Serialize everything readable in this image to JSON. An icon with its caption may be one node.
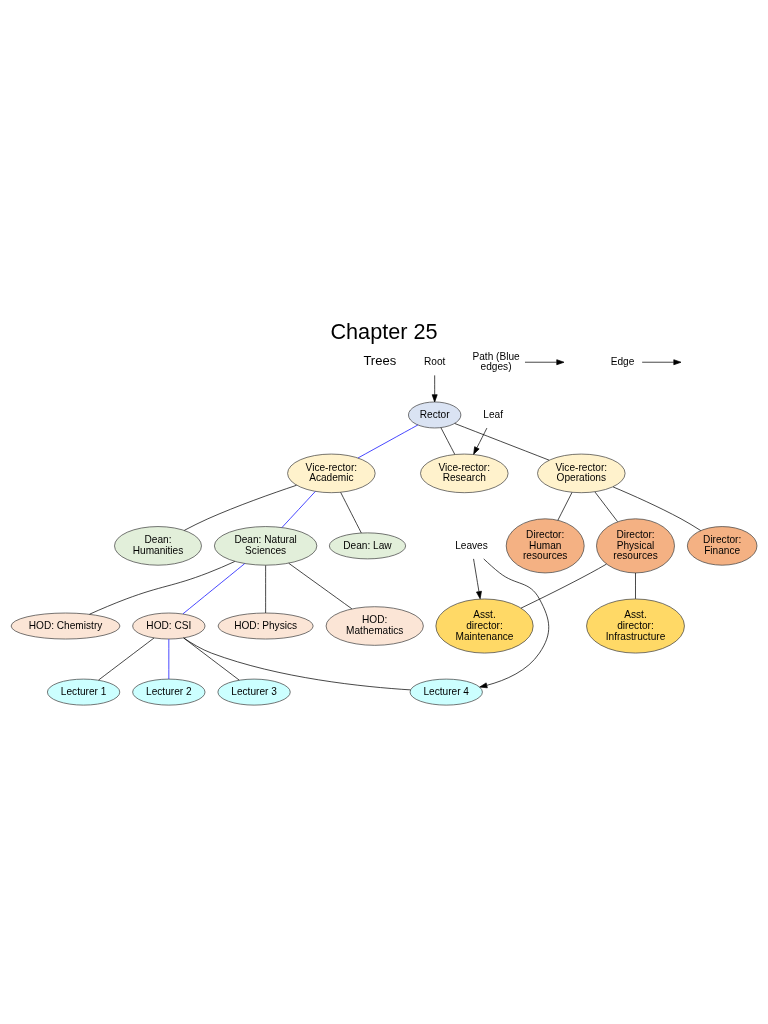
{
  "diagram": {
    "title": "Chapter 25",
    "nodes": [
      {
        "text": [
          "Rector"
        ]
      },
      {
        "text": [
          "Vice-rector: Academic"
        ]
      },
      {
        "text": [
          "Vice-rector: Research"
        ]
      },
      {
        "text": [
          "Vice-rector: Operations"
        ]
      },
      {
        "text": [
          "Dean: Humanities"
        ]
      },
      {
        "text": [
          "Dean: Natural Sciences"
        ]
      },
      {
        "text": [
          "Dean: Law"
        ]
      },
      {
        "text": [
          "Director: Human resources"
        ]
      },
      {
        "text": [
          "Director: Physical resources"
        ]
      },
      {
        "text": [
          "Director: Finance"
        ]
      },
      {
        "text": [
          "HOD: Chemistry"
        ]
      },
      {
        "text": [
          "HOD: CSI"
        ]
      },
      {
        "text": [
          "HOD: Physics"
        ]
      },
      {
        "text": [
          "HOD: Mathematics"
        ]
      },
      {
        "text": [
          "Asst. director: Maintenance"
        ]
      },
      {
        "text": [
          "Asst. director: Infrastructure"
        ]
      },
      {
        "text": [
          "Lecturer 1"
        ]
      },
      {
        "text": [
          "Lecturer 2"
        ]
      },
      {
        "text": [
          "Lecturer 3"
        ]
      },
      {
        "text": [
          "Lecturer 4"
        ]
      },
      {
        "text": [
          "Root"
        ]
      },
      {
        "text": [
          "Path (Blue edges)"
        ]
      },
      {
        "text": [
          "Leaf"
        ]
      },
      {
        "text": [
          "Edge"
        ]
      },
      {
        "text": [
          "Leaves"
        ]
      }
    ],
    "edges": [
      {
        "from": 0,
        "to": 1,
        "arrow": "none",
        "color": "#0000ff"
      },
      {
        "from": 0,
        "to": 2,
        "arrow": "none"
      },
      {
        "from": 0,
        "to": 3,
        "arrow": "none"
      },
      {
        "from": 1,
        "to": 4,
        "arrow": "none"
      },
      {
        "from": 1,
        "to": 5,
        "arrow": "none",
        "color": "#0000ff"
      },
      {
        "from": 1,
        "to": 6,
        "arrow": "none"
      },
      {
        "from": 3,
        "to": 7,
        "arrow": "none"
      },
      {
        "from": 3,
        "to": 8,
        "arrow": "none"
      },
      {
        "from": 3,
        "to": 9,
        "arrow": "none"
      },
      {
        "from": 5,
        "to": 10,
        "arrow": "none"
      },
      {
        "from": 5,
        "to": 11,
        "arrow": "none",
        "color": "#0000ff"
      },
      {
        "from": 5,
        "to": 12,
        "arrow": "none"
      },
      {
        "from": 5,
        "to": 13,
        "arrow": "none"
      },
      {
        "from": 8,
        "to": 14,
        "arrow": "none"
      },
      {
        "from": 8,
        "to": 15,
        "arrow": "none"
      },
      {
        "from": 11,
        "to": 16,
        "arrow": "none"
      },
      {
        "from": 11,
        "to": 17,
        "arrow": "none",
        "color": "#0000ff"
      },
      {
        "from": 11,
        "to": 18,
        "arrow": "none"
      },
      {
        "from": 11,
        "to": 19,
        "arrow": "none"
      },
      {
        "from": 20,
        "to": 0,
        "arrow": "to"
      },
      {
        "from": 21,
        "to": null,
        "arrow": "to"
      },
      {
        "from": 22,
        "to": 2,
        "arrow": "to"
      },
      {
        "from": 23,
        "to": null,
        "arrow": "to"
      },
      {
        "from": 24,
        "to": 14,
        "arrow": "to"
      },
      {
        "from": 24,
        "to": 19,
        "arrow": "to"
      }
    ],
    "labels": [
      "Trees"
    ]
  }
}
